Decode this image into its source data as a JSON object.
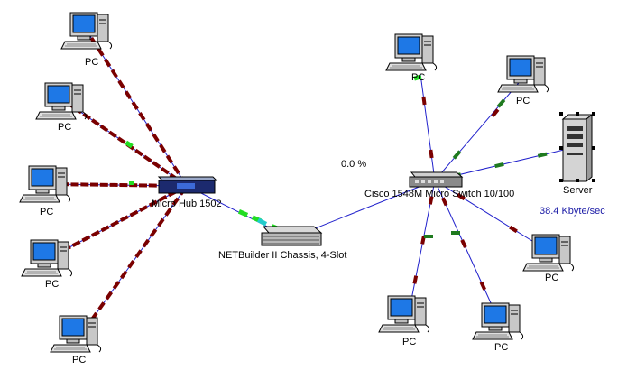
{
  "title": "",
  "colors": {
    "link": "#2222cc",
    "traffic_heavy": "#7a0000",
    "traffic_mid": "#1f7a1f",
    "traffic_light": "#22dd22",
    "traffic_cyan": "#22cccc",
    "screen": "#1e78e6"
  },
  "devices": {
    "hub": {
      "label": "Micro Hub 1502",
      "icon": "hub-icon"
    },
    "chassis": {
      "label": "NETBuilder II Chassis, 4-Slot",
      "icon": "router-chassis-icon"
    },
    "switch": {
      "label": "Cisco 1548M Micro Switch 10/100",
      "icon": "switch-icon"
    },
    "server": {
      "label": "Server",
      "icon": "server-icon"
    },
    "pcs": [
      {
        "label": "PC"
      },
      {
        "label": "PC"
      },
      {
        "label": "PC"
      },
      {
        "label": "PC"
      },
      {
        "label": "PC"
      },
      {
        "label": "PC"
      },
      {
        "label": "PC"
      },
      {
        "label": "PC"
      },
      {
        "label": "PC"
      },
      {
        "label": "PC"
      }
    ]
  },
  "annotations": {
    "utilization": "0.0 %",
    "throughput": "38.4 Kbyte/sec"
  }
}
